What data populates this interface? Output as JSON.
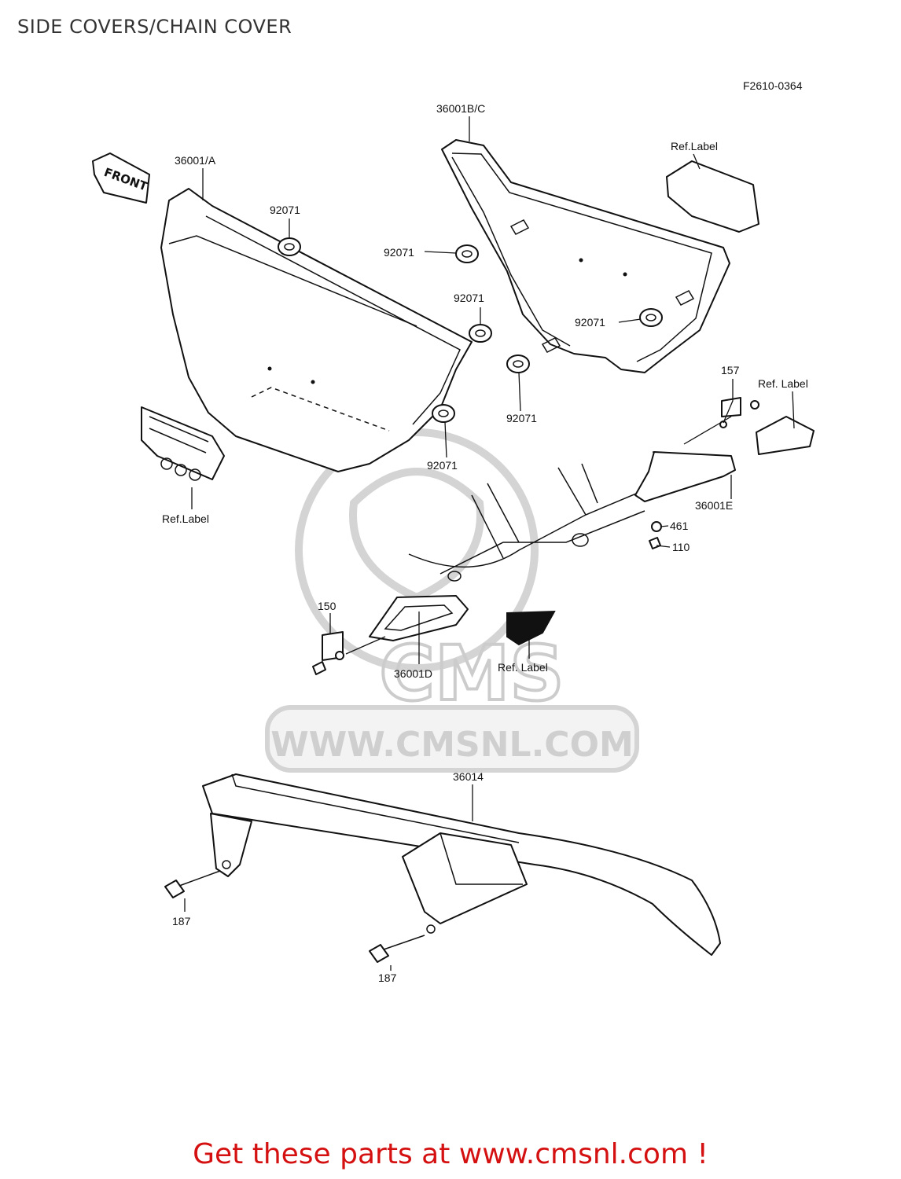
{
  "page_title": "SIDE COVERS/CHAIN COVER",
  "diagram_code": "F2610-0364",
  "front_label": "FRONT",
  "watermark": {
    "logo_text": "CMS",
    "site_text": "WWW.CMSNL.COM"
  },
  "part_labels": {
    "p36001a": "36001/A",
    "p36001bc": "36001B/C",
    "ref_label_1": "Ref.Label",
    "p92071_a": "92071",
    "p92071_b": "92071",
    "p92071_c": "92071",
    "p92071_d": "92071",
    "p92071_e": "92071",
    "p92071_f": "92071",
    "p157": "157",
    "ref_label_2": "Ref. Label",
    "ref_label_3": "Ref.Label",
    "p36001e": "36001E",
    "p461": "461",
    "p110": "110",
    "p150": "150",
    "p36001d": "36001D",
    "ref_label_4": "Ref. Label",
    "p36014": "36014",
    "p187_a": "187",
    "p187_b": "187"
  },
  "footer_text": "Get these parts at www.cmsnl.com !",
  "colors": {
    "footer": "#d41010",
    "line": "#111111",
    "watermark": "#d4d4d4"
  }
}
